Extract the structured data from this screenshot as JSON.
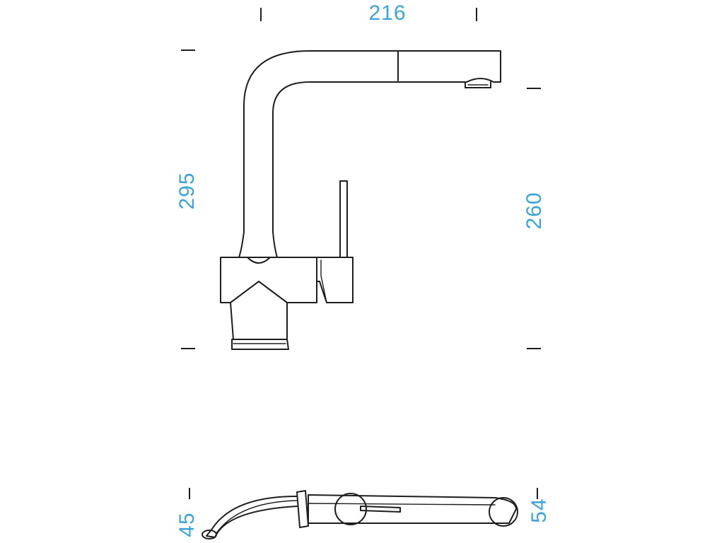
{
  "dimensions": {
    "overall_width": "216",
    "overall_height": "295",
    "spout_height": "260",
    "base_height": "45",
    "side_height": "54"
  },
  "colors": {
    "dimension_text": "#3ba3d9",
    "line": "#1e1e1e",
    "background": "#ffffff"
  }
}
